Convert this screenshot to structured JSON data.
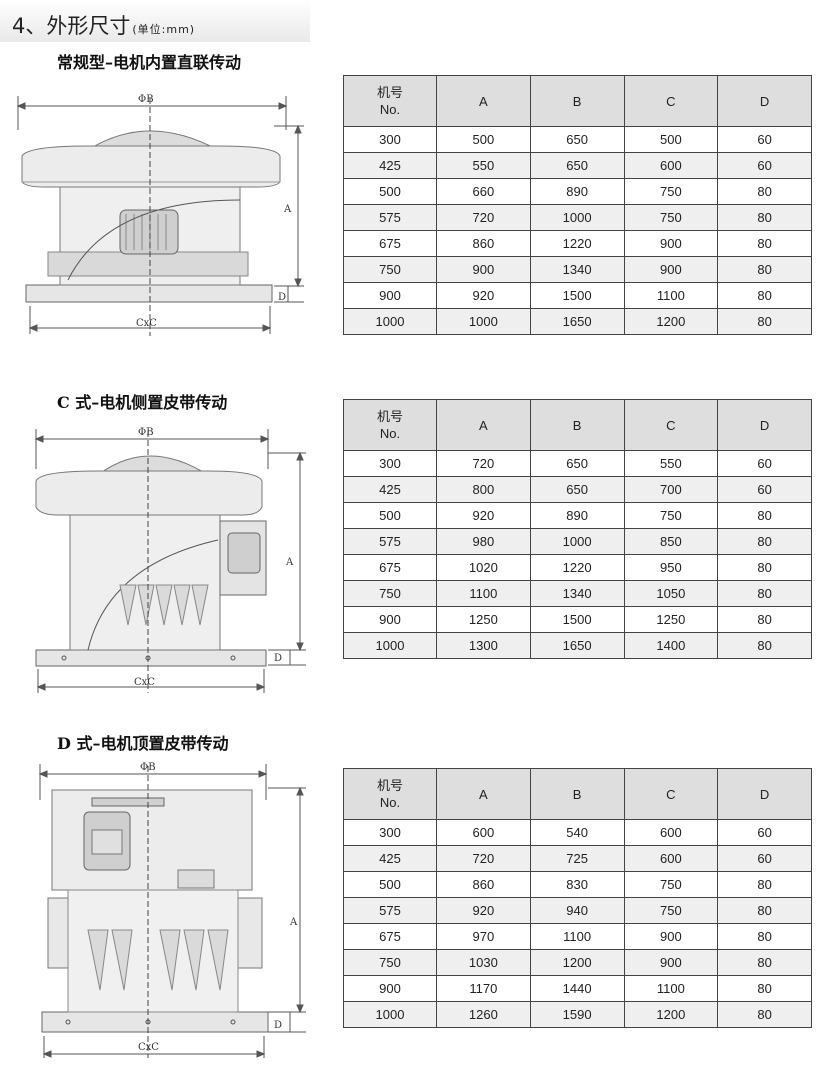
{
  "page": {
    "title_main": "4、外形尺寸",
    "title_unit": "(单位:mm)"
  },
  "table_columns": {
    "model_zh": "机号",
    "model_en": "No.",
    "a": "A",
    "b": "B",
    "c": "C",
    "d": "D"
  },
  "diagram_labels": {
    "phi_b": "ΦB",
    "a": "A",
    "d": "D",
    "cxc": "CxC"
  },
  "sections": [
    {
      "title": "常规型–电机内置直联传动",
      "rows": [
        [
          "300",
          "500",
          "650",
          "500",
          "60"
        ],
        [
          "425",
          "550",
          "650",
          "600",
          "60"
        ],
        [
          "500",
          "660",
          "890",
          "750",
          "80"
        ],
        [
          "575",
          "720",
          "1000",
          "750",
          "80"
        ],
        [
          "675",
          "860",
          "1220",
          "900",
          "80"
        ],
        [
          "750",
          "900",
          "1340",
          "900",
          "80"
        ],
        [
          "900",
          "920",
          "1500",
          "1100",
          "80"
        ],
        [
          "1000",
          "1000",
          "1650",
          "1200",
          "80"
        ]
      ]
    },
    {
      "title": "C 式–电机侧置皮带传动",
      "rows": [
        [
          "300",
          "720",
          "650",
          "550",
          "60"
        ],
        [
          "425",
          "800",
          "650",
          "700",
          "60"
        ],
        [
          "500",
          "920",
          "890",
          "750",
          "80"
        ],
        [
          "575",
          "980",
          "1000",
          "850",
          "80"
        ],
        [
          "675",
          "1020",
          "1220",
          "950",
          "80"
        ],
        [
          "750",
          "1100",
          "1340",
          "1050",
          "80"
        ],
        [
          "900",
          "1250",
          "1500",
          "1250",
          "80"
        ],
        [
          "1000",
          "1300",
          "1650",
          "1400",
          "80"
        ]
      ]
    },
    {
      "title": "D 式–电机顶置皮带传动",
      "rows": [
        [
          "300",
          "600",
          "540",
          "600",
          "60"
        ],
        [
          "425",
          "720",
          "725",
          "600",
          "60"
        ],
        [
          "500",
          "860",
          "830",
          "750",
          "80"
        ],
        [
          "575",
          "920",
          "940",
          "750",
          "80"
        ],
        [
          "675",
          "970",
          "1100",
          "900",
          "80"
        ],
        [
          "750",
          "1030",
          "1200",
          "900",
          "80"
        ],
        [
          "900",
          "1170",
          "1440",
          "1100",
          "80"
        ],
        [
          "1000",
          "1260",
          "1590",
          "1200",
          "80"
        ]
      ]
    }
  ]
}
